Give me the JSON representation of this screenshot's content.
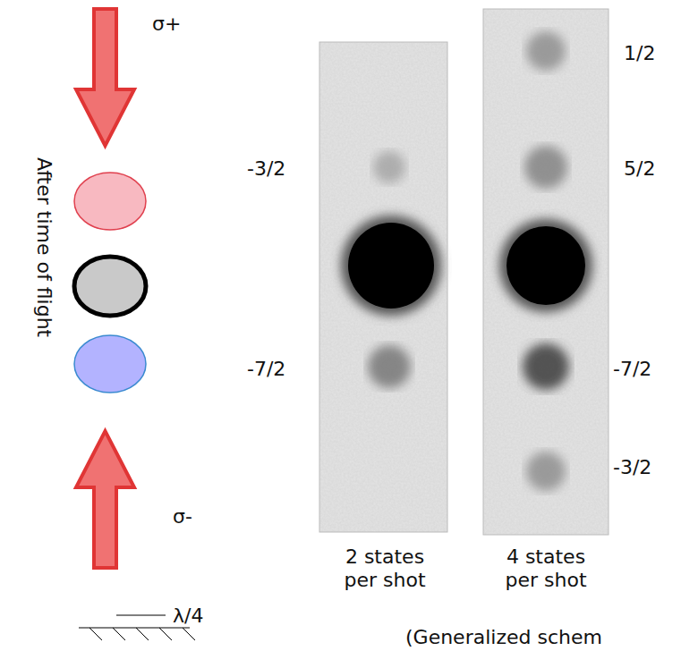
{
  "diagram": {
    "labels": [
      "σ+",
      "After time of flight",
      "σ-",
      "λ/4",
      "-3/2",
      "-7/2",
      "2 states per shot",
      "1/2",
      "5/2",
      "-7/2",
      "-3/2",
      "4 states per shot",
      "(Generalized schem"
    ]
  }
}
